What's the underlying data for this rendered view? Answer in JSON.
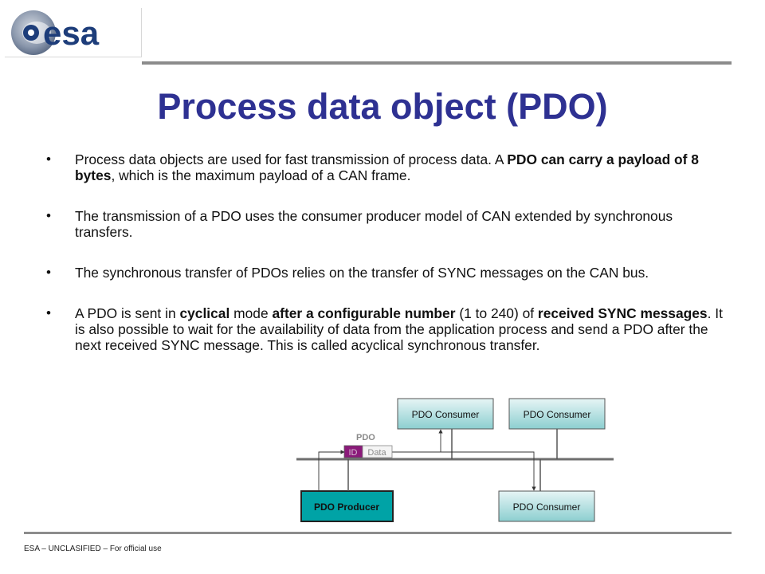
{
  "logo": {
    "text": "esa"
  },
  "title": "Process data object (PDO)",
  "bullets": [
    {
      "parts": [
        {
          "text": "Process data objects are used for fast transmission of process data. A ",
          "bold": false
        },
        {
          "text": "PDO can carry a payload of 8 bytes",
          "bold": true
        },
        {
          "text": ", which is the maximum payload of a CAN frame.",
          "bold": false
        }
      ]
    },
    {
      "parts": [
        {
          "text": "The transmission of a PDO uses the consumer producer model of CAN extended by synchronous transfers.",
          "bold": false
        }
      ]
    },
    {
      "parts": [
        {
          "text": "The synchronous transfer of PDOs relies on the transfer of SYNC messages on the CAN bus.",
          "bold": false
        }
      ]
    },
    {
      "parts": [
        {
          "text": "A PDO is sent in ",
          "bold": false
        },
        {
          "text": "cyclical",
          "bold": true
        },
        {
          "text": " mode ",
          "bold": false
        },
        {
          "text": "after a configurable number",
          "bold": true
        },
        {
          "text": " (1 to 240) of ",
          "bold": false
        },
        {
          "text": "received SYNC messages",
          "bold": true
        },
        {
          "text": ". It is also possible to wait for the availability of data from the application process and send a PDO after the next received SYNC message. This is called acyclical synchronous transfer.",
          "bold": false
        }
      ]
    }
  ],
  "diagram": {
    "consumer_top_left": "PDO Consumer",
    "consumer_top_right": "PDO Consumer",
    "consumer_bottom": "PDO Consumer",
    "producer": "PDO Producer",
    "pdo_label": "PDO",
    "id_label": "ID",
    "data_label": "Data",
    "colors": {
      "consumer_fill_top": "#e6f5f5",
      "consumer_fill_bottom": "#8ccfd0",
      "producer_fill": "#00a3a6",
      "id_fill": "#8b1a7a"
    }
  },
  "footer": "ESA – UNCLASIFIED – For official use"
}
